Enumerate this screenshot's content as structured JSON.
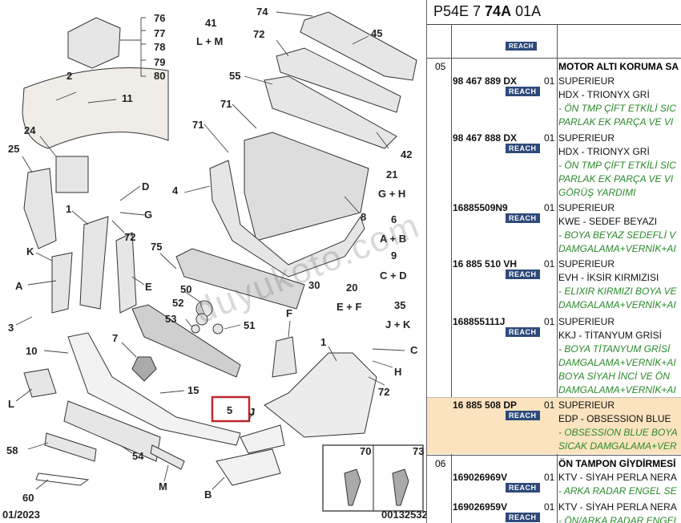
{
  "diagram": {
    "labels": {
      "n76": "76",
      "n77": "77",
      "n78": "78",
      "n79": "79",
      "n80": "80",
      "n41": "41",
      "lm": "L + M",
      "n74": "74",
      "n72a": "72",
      "n45": "45",
      "n2": "2",
      "n11": "11",
      "n55": "55",
      "n71a": "71",
      "n71b": "71",
      "n42": "42",
      "n24": "24",
      "n25": "25",
      "n4": "4",
      "n21": "21",
      "gh": "G + H",
      "nD": "D",
      "nG": "G",
      "n1a": "1",
      "n72b": "72",
      "n8": "8",
      "n6": "6",
      "ab": "A + B",
      "n9": "9",
      "cd": "C + D",
      "nK": "K",
      "n75": "75",
      "nE": "E",
      "n50": "50",
      "n52": "52",
      "n30": "30",
      "n20": "20",
      "ef": "E + F",
      "nA": "A",
      "n53": "53",
      "n51": "51",
      "n35": "35",
      "jk": "J + K",
      "n3": "3",
      "nF": "F",
      "n7": "7",
      "n1b": "1",
      "nC": "C",
      "n10": "10",
      "nH": "H",
      "n15": "15",
      "nL": "L",
      "n72c": "72",
      "n5": "5",
      "nJ": "J",
      "n58": "58",
      "n54": "54",
      "nM": "M",
      "nB": "B",
      "n60": "60",
      "n70": "70",
      "n73": "73",
      "date": "01/2023",
      "code": "00132532"
    },
    "watermark": "duyukoto.com"
  },
  "catalog": {
    "header_prefix": "P54E 7 ",
    "header_bold": "74A",
    "header_suffix": " 01A",
    "reach_label": "REACH",
    "section1_num": "05",
    "section1_title": "MOTOR ALTI KORUMA SA",
    "section2_num": "06",
    "section2_title": "ÖN TAMPON GİYDİRMESİ",
    "entries": [
      {
        "ref": "98 467 889 DX",
        "qty": "01",
        "l1": "SUPERIEUR",
        "l2": "HDX - TRIONYX GRİ",
        "g1": "- ÖN TMP ÇİFT ETKİLİ SIC",
        "g2": "PARLAK EK PARÇA VE VI",
        "g3": ""
      },
      {
        "ref": "98 467 888 DX",
        "qty": "01",
        "l1": "SUPERIEUR",
        "l2": "HDX - TRIONYX GRİ",
        "g1": "- ÖN TMP ÇİFT ETKİLİ SIC",
        "g2": "PARLAK EK PARÇA VE VI",
        "g3": "GÖRÜŞ YARDIMI"
      },
      {
        "ref": "16885509N9",
        "qty": "01",
        "l1": "SUPERIEUR",
        "l2": "KWE - SEDEF BEYAZI",
        "g1": "- BOYA BEYAZ SEDEFLİ V",
        "g2": "DAMGALAMA+VERNİK+AI",
        "g3": ""
      },
      {
        "ref": "16 885 510 VH",
        "qty": "01",
        "l1": "SUPERIEUR",
        "l2": "EVH - İKSİR KIRMIZISI",
        "g1": "- ELIXIR KIRMIZI BOYA VE",
        "g2": "DAMGALAMA+VERNİK+AI",
        "g3": ""
      },
      {
        "ref": "168855111J",
        "qty": "01",
        "l1": "SUPERIEUR",
        "l2": "KKJ - TİTANYUM GRİSİ",
        "g1": "- BOYA TİTANYUM GRİSİ",
        "g2": "DAMGALAMA+VERNİK+AI",
        "g3": "BOYA SİYAH İNCİ VE ÖN",
        "g4": "DAMGALAMA+VERNİK+AI"
      },
      {
        "ref": "16 885 508 DP",
        "qty": "01",
        "l1": "SUPERIEUR",
        "l2": "EDP - OBSESSION BLUE",
        "g1": "- OBSESSION BLUE BOYA",
        "g2": "SICAK DAMGALAMA+VER",
        "g3": ""
      },
      {
        "ref": "169026969V",
        "qty": "01",
        "l1": "KTV - SİYAH PERLA NERA",
        "l2": "",
        "g1": "- ARKA RADAR ENGEL SE",
        "g2": "",
        "g3": ""
      },
      {
        "ref": "169026959V",
        "qty": "01",
        "l1": "KTV - SİYAH PERLA NERA",
        "l2": "",
        "g1": "- ÖN/ARKA RADAR ENGEL",
        "g2": "",
        "g3": ""
      }
    ],
    "highlight_color": "#fbe3bf"
  }
}
